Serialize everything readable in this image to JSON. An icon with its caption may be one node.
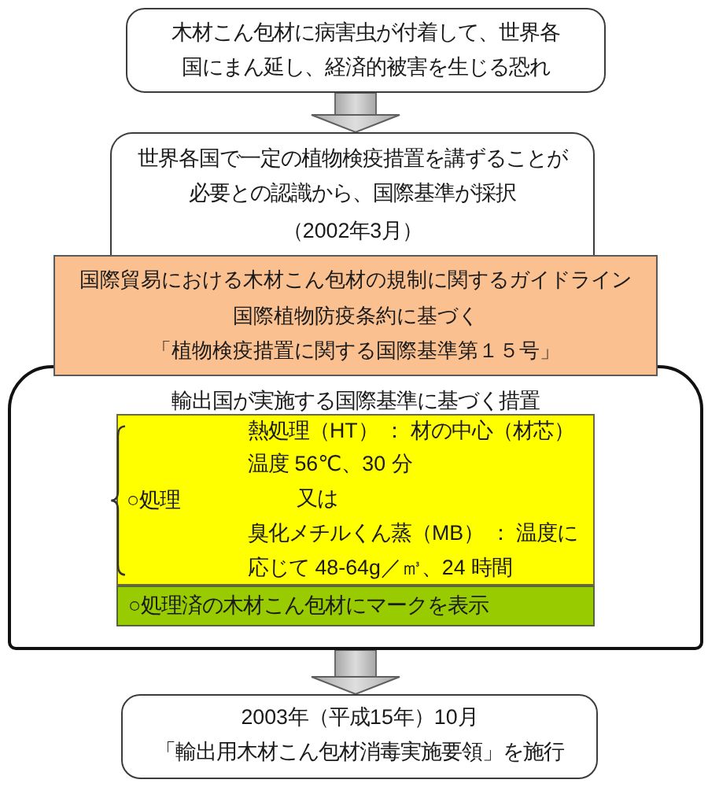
{
  "diagram": {
    "nodes": [
      {
        "text": [
          "木材こん包材に病害虫が付着して、世界各国にまん延し、経済的被害を生じる恐れ"
        ]
      },
      {
        "text": [
          "世界各国で一定の植物検疫措置を講ずることが必要との認識から、国際基準が採択",
          "（2002年3月）"
        ]
      },
      {
        "text": [
          "国際貿易における木材こん包材の規制に関するガイドライン",
          "国際植物防疫条約に基づく",
          "「植物検疫措置に関する国際基準第１５号」"
        ]
      },
      {
        "text": [
          "輸出国が実施する国際基準に基づく措置"
        ]
      },
      {
        "text": [
          "○処理",
          "熱処理（HT） ： 材の中心（材芯）温度 56℃、30 分",
          "又は",
          "臭化メチルくん蒸（MB） ： 温度に応じて 48-64g／㎥、24 時間"
        ],
        "in": 3
      },
      {
        "text": [
          "○処理済の木材こん包材にマークを表示"
        ],
        "in": 3
      },
      {
        "text": [
          "2003年（平成15年）10月",
          "「輸出用木材こん包材消毒実施要領」を施行"
        ]
      }
    ],
    "edges": [
      {
        "from": 0,
        "to": 1,
        "arrow": "to"
      },
      {
        "from": 3,
        "to": 6,
        "arrow": "to"
      }
    ]
  }
}
